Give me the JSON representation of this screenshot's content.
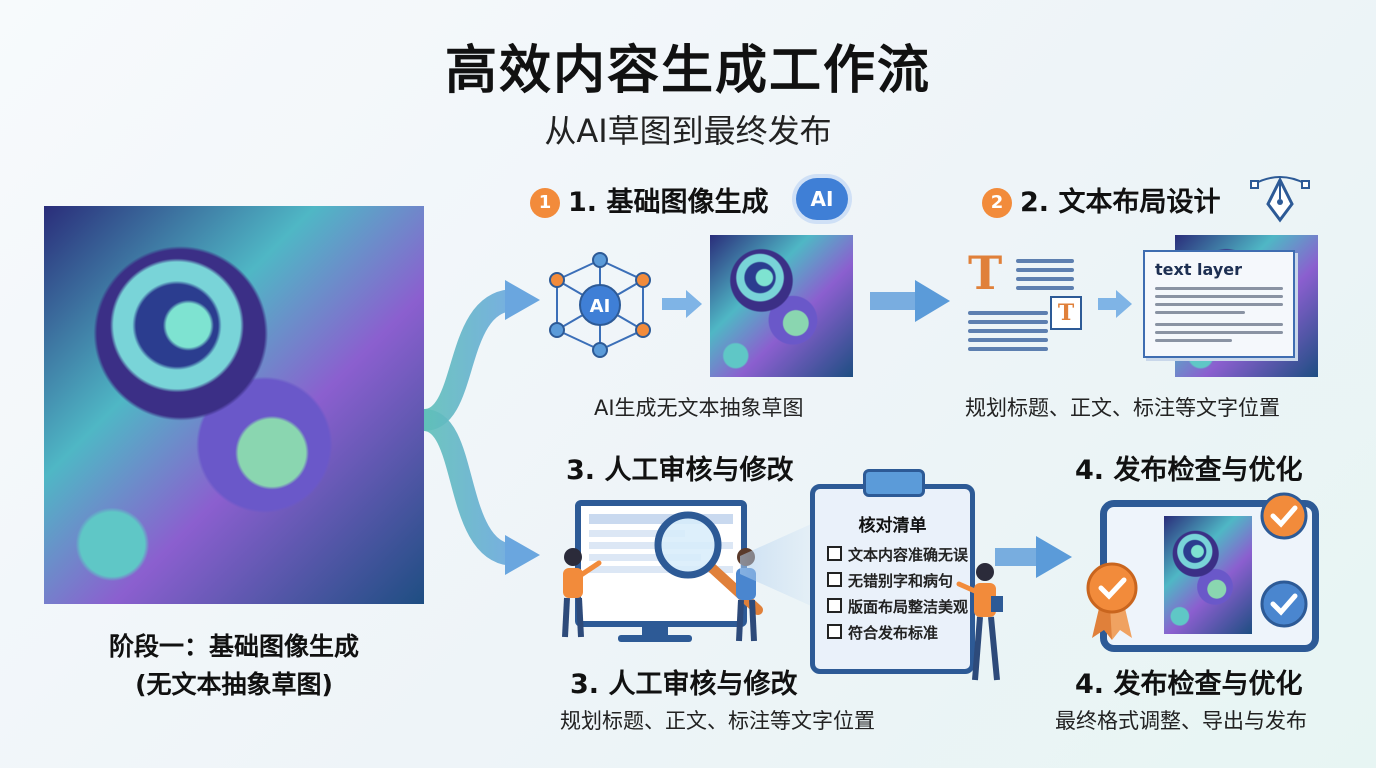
{
  "header": {
    "title": "高效内容生成工作流",
    "subtitle": "从AI草图到最终发布"
  },
  "stage_one": {
    "label_line1": "阶段一：基础图像生成",
    "label_line2": "(无文本抽象草图)"
  },
  "step1": {
    "badge": "1",
    "title": "1. 基础图像生成",
    "ai_badge": "AI",
    "node_label": "AI",
    "caption": "AI生成无文本抽象草图"
  },
  "step2": {
    "badge": "2",
    "title": "2. 文本布局设计",
    "text_glyph": "T",
    "layer_title": "text layer",
    "caption": "规划标题、正文、标注等文字位置"
  },
  "step3": {
    "title_top": "3. 人工审核与修改",
    "title_bottom": "3. 人工审核与修改",
    "caption": "规划标题、正文、标注等文字位置",
    "checklist": {
      "title": "核对清单",
      "items": [
        "文本内容准确无误",
        "无错别字和病句",
        "版面布局整洁美观",
        "符合发布标准"
      ]
    }
  },
  "step4": {
    "title_top": "4. 发布检查与优化",
    "title_bottom": "4. 发布检查与优化",
    "caption": "最终格式调整、导出与发布"
  },
  "colors": {
    "accent_orange": "#f28b3b",
    "arrow_blue": "#5b9bd9",
    "flow_teal": "#63c3c3",
    "frame_navy": "#2d5a96"
  }
}
